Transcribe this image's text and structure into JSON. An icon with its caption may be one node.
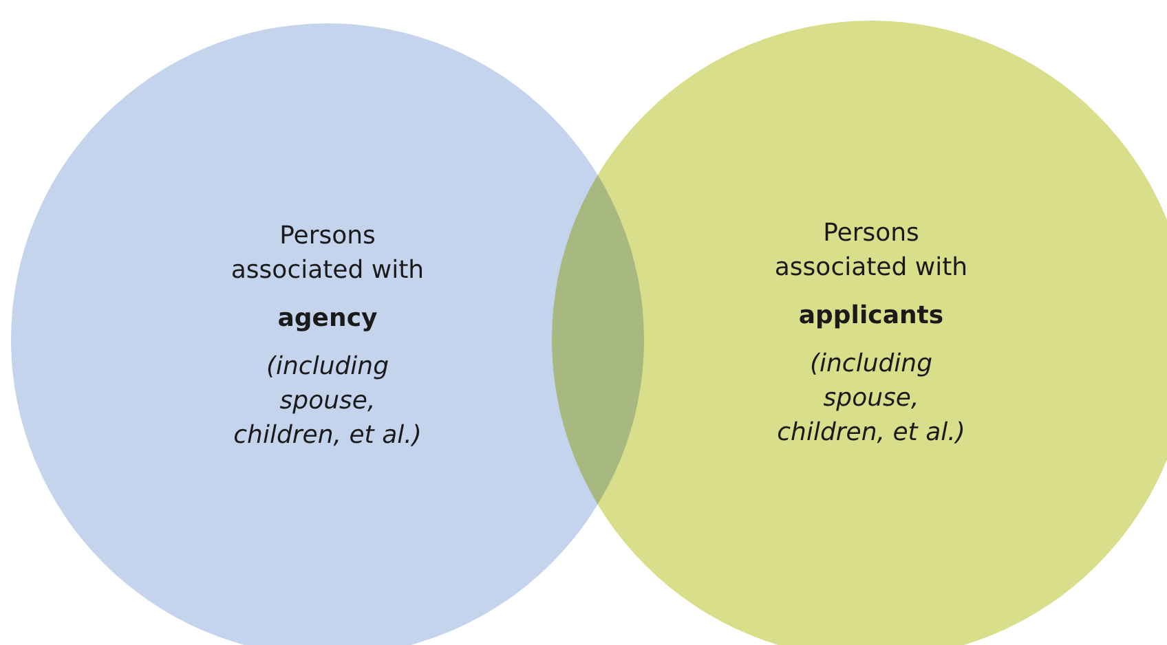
{
  "diagram": {
    "nodes": [
      {
        "text": [
          "Persons associated with",
          "agency",
          "(including spouse, children, et al.)"
        ]
      },
      {
        "text": [
          "Persons associated with",
          "applicants",
          "(including spouse, children, et al.)"
        ]
      }
    ],
    "edges": []
  }
}
